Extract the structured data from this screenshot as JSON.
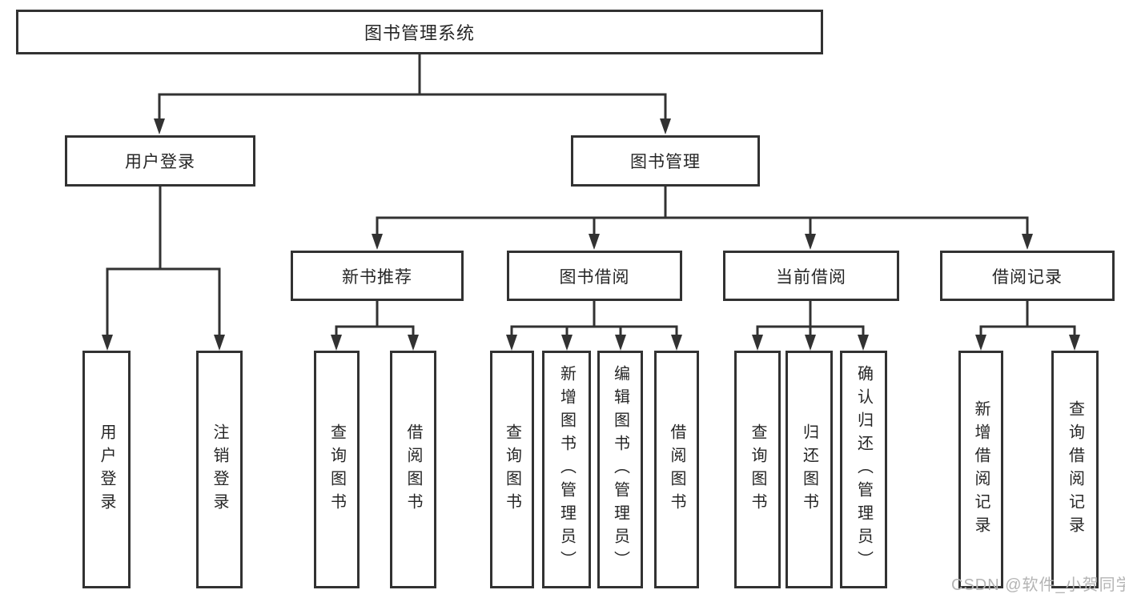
{
  "tree": {
    "root": {
      "label": "图书管理系统"
    },
    "branches": [
      {
        "label": "用户登录",
        "leaves": [
          {
            "label": "用户登录"
          },
          {
            "label": "注销登录"
          }
        ]
      },
      {
        "label": "图书管理",
        "groups": [
          {
            "label": "新书推荐",
            "leaves": [
              {
                "label": "查询图书"
              },
              {
                "label": "借阅图书"
              }
            ]
          },
          {
            "label": "图书借阅",
            "leaves": [
              {
                "label": "查询图书"
              },
              {
                "label": "新增图书（管理员）"
              },
              {
                "label": "编辑图书（管理员）"
              },
              {
                "label": "借阅图书"
              }
            ]
          },
          {
            "label": "当前借阅",
            "leaves": [
              {
                "label": "查询图书"
              },
              {
                "label": "归还图书"
              },
              {
                "label": "确认归还（管理员）"
              }
            ]
          },
          {
            "label": "借阅记录",
            "leaves": [
              {
                "label": "新增借阅记录"
              },
              {
                "label": "查询借阅记录"
              }
            ]
          }
        ]
      }
    ]
  },
  "watermark": {
    "text": "CSDN @软件_小贺同学"
  },
  "colors": {
    "line": "#323232",
    "box_border": "#323232",
    "text": "#262626",
    "background": "#ffffff",
    "watermark": "#b4b4b4"
  }
}
